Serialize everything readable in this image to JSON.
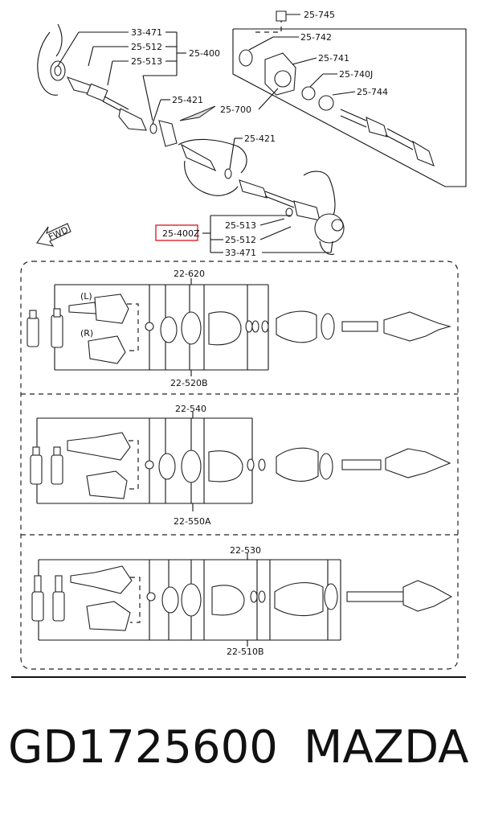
{
  "top_labels": {
    "l_33_471_a": "33-471",
    "l_25_512_a": "25-512",
    "l_25_513_a": "25-513",
    "l_25_400": "25-400",
    "l_25_745": "25-745",
    "l_25_742": "25-742",
    "l_25_741": "25-741",
    "l_25_740j": "25-740J",
    "l_25_744": "25-744",
    "l_25_421_a": "25-421",
    "l_25_700": "25-700",
    "l_25_421_b": "25-421",
    "l_25_513_b": "25-513",
    "l_25_400z": "25-400Z",
    "l_25_512_b": "25-512",
    "l_33_471_b": "33-471",
    "fwd": "FWD"
  },
  "kit1": {
    "top": "22-620",
    "bottom": "22-520B",
    "left_tag": "(L)",
    "right_tag": "(R)"
  },
  "kit2": {
    "top": "22-540",
    "bottom": "22-550A"
  },
  "kit3": {
    "top": "22-530",
    "bottom": "22-510B"
  },
  "footer": {
    "part_number": "GD1725600",
    "brand": "MAZDA"
  },
  "highlight_color": "#e0212b"
}
